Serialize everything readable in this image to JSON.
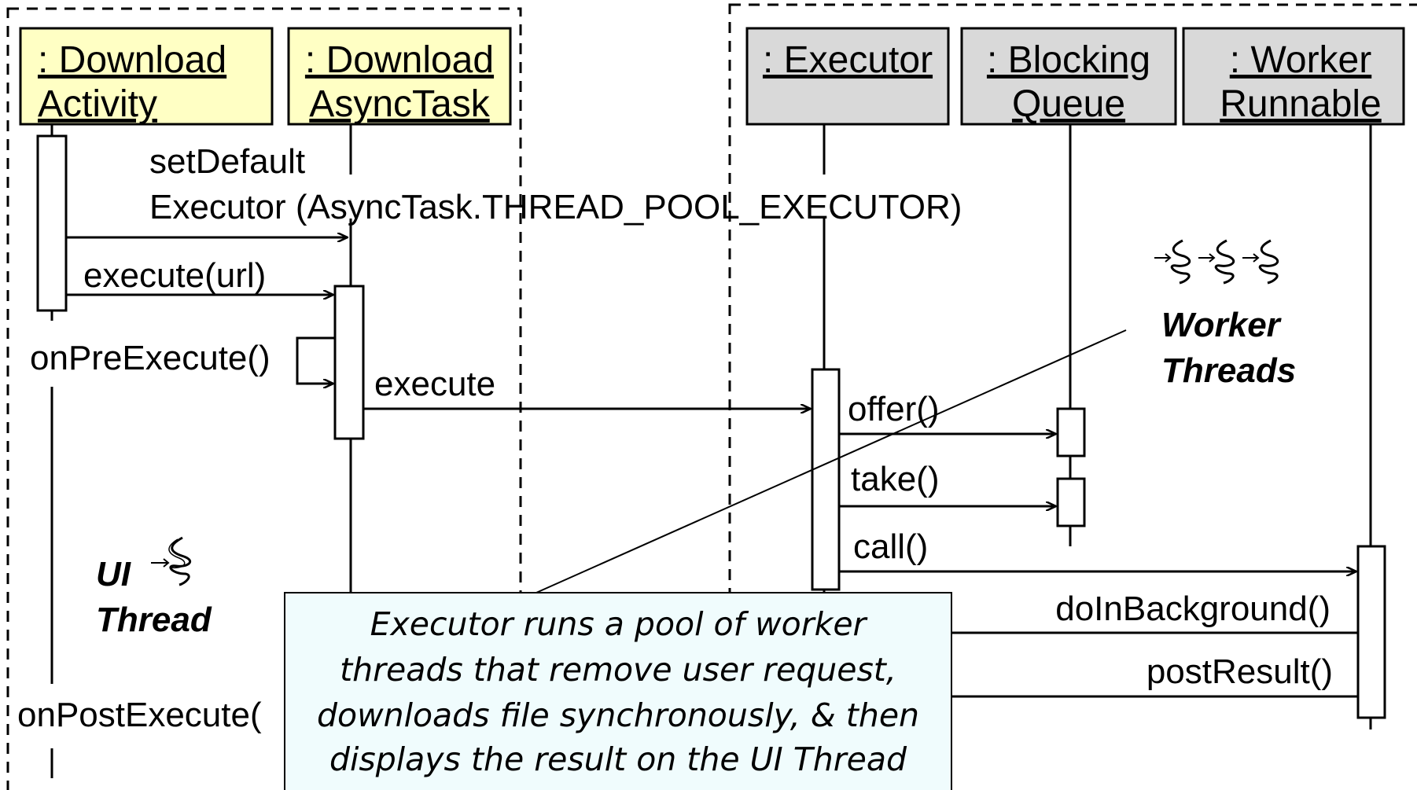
{
  "objects": {
    "download_activity": {
      "line1": ": Download",
      "line2": "Activity"
    },
    "download_asynctask": {
      "line1": ": Download",
      "line2": "AsyncTask"
    },
    "executor": {
      "line1": ": Executor"
    },
    "blocking_queue": {
      "line1": ": Blocking",
      "line2": "Queue"
    },
    "worker_runnable": {
      "line1": ": Worker",
      "line2": "Runnable"
    }
  },
  "messages": {
    "set_default_line1": "setDefault",
    "set_default_line2": "Executor (AsyncTask.THREAD_POOL_EXECUTOR)",
    "execute_url": "execute(url)",
    "on_pre_execute": "onPreExecute()",
    "execute": "execute",
    "offer": "offer()",
    "take": "take()",
    "call": "call()",
    "do_in_background": "doInBackground()",
    "post_result": "postResult()",
    "on_post_execute": "onPostExecute("
  },
  "threads": {
    "ui_line1": "UI",
    "ui_line2": "Thread",
    "worker_line1": "Worker",
    "worker_line2": "Threads"
  },
  "note": {
    "line1": "Executor runs a pool of worker",
    "line2": "threads that remove user request,",
    "line3": "downloads file synchronously, & then",
    "line4": "displays the result on the UI Thread"
  },
  "colors": {
    "ui_object_fill": "#FFFFC4",
    "worker_object_fill": "#D9D9D9",
    "note_fill": "#F0FCFD",
    "note_border": "#000000"
  }
}
